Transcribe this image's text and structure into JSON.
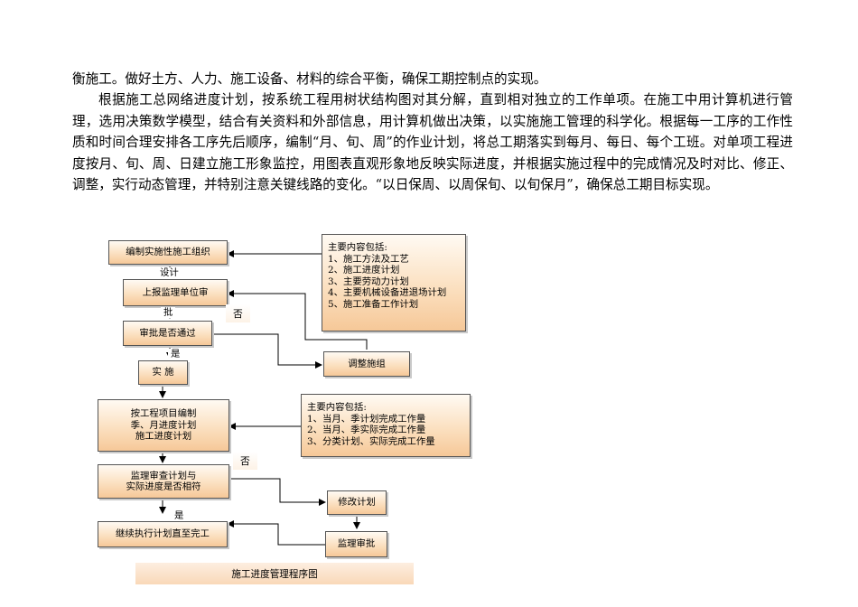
{
  "document": {
    "paragraphs": [
      "衡施工。做好土方、人力、施工设备、材料的综合平衡，确保工期控制点的实现。",
      "根据施工总网络进度计划，按系统工程用树状结构图对其分解，直到相对独立的工作单项。在施工中用计算机进行管理，选用决策数学模型，结合有关资料和外部信息，用计算机做出决策，以实施施工管理的科学化。根据每一工序的工作性质和时间合理安排各工序先后顺序，编制“月、旬、周”的作业计划，将总工期落实到每月、每日、每个工班。对单项工程进度按月、旬、周、日建立施工形象监控，用图表直观形象地反映实际进度，并根据实施过程中的完成情况及时对比、修正、调整，实行动态管理，并特别注意关键线路的变化。“以日保周、以周保旬、以旬保月”，确保总工期目标实现。"
    ]
  },
  "flowchart": {
    "boxes": {
      "compile_plan": "编制实施性施工组织",
      "compile_plan_cont": "设计",
      "report_supervisor": "上报监理单位审",
      "report_supervisor_cont": "批",
      "approval_check": "审批是否通过",
      "implement": "实  施",
      "adjust_org": "调整施组",
      "main_content_1": "主要内容包括:\n1、施工方法及工艺\n2、施工进度计划\n3、主要劳动力计划\n4、主要机械设备进退场计划\n5、施工准备工作计划",
      "project_plan": "按工程项目编制\n季、月进度计划\n施工进度计划",
      "main_content_2": "主要内容包括:\n1、当月、季计划完成工作量\n2、当月、季实际完成工作量\n3、分类计划、实际完成工作量",
      "review_plan": "监理审查计划与\n实际进度是否相符",
      "revise_plan": "修改计划",
      "continue_exec": "继续执行计划直至完工",
      "supervisor_approve": "监理审批"
    },
    "labels": {
      "no_1": "否",
      "yes_1": "是",
      "no_2": "否",
      "yes_2": "是"
    },
    "caption": "施工进度管理程序图"
  }
}
